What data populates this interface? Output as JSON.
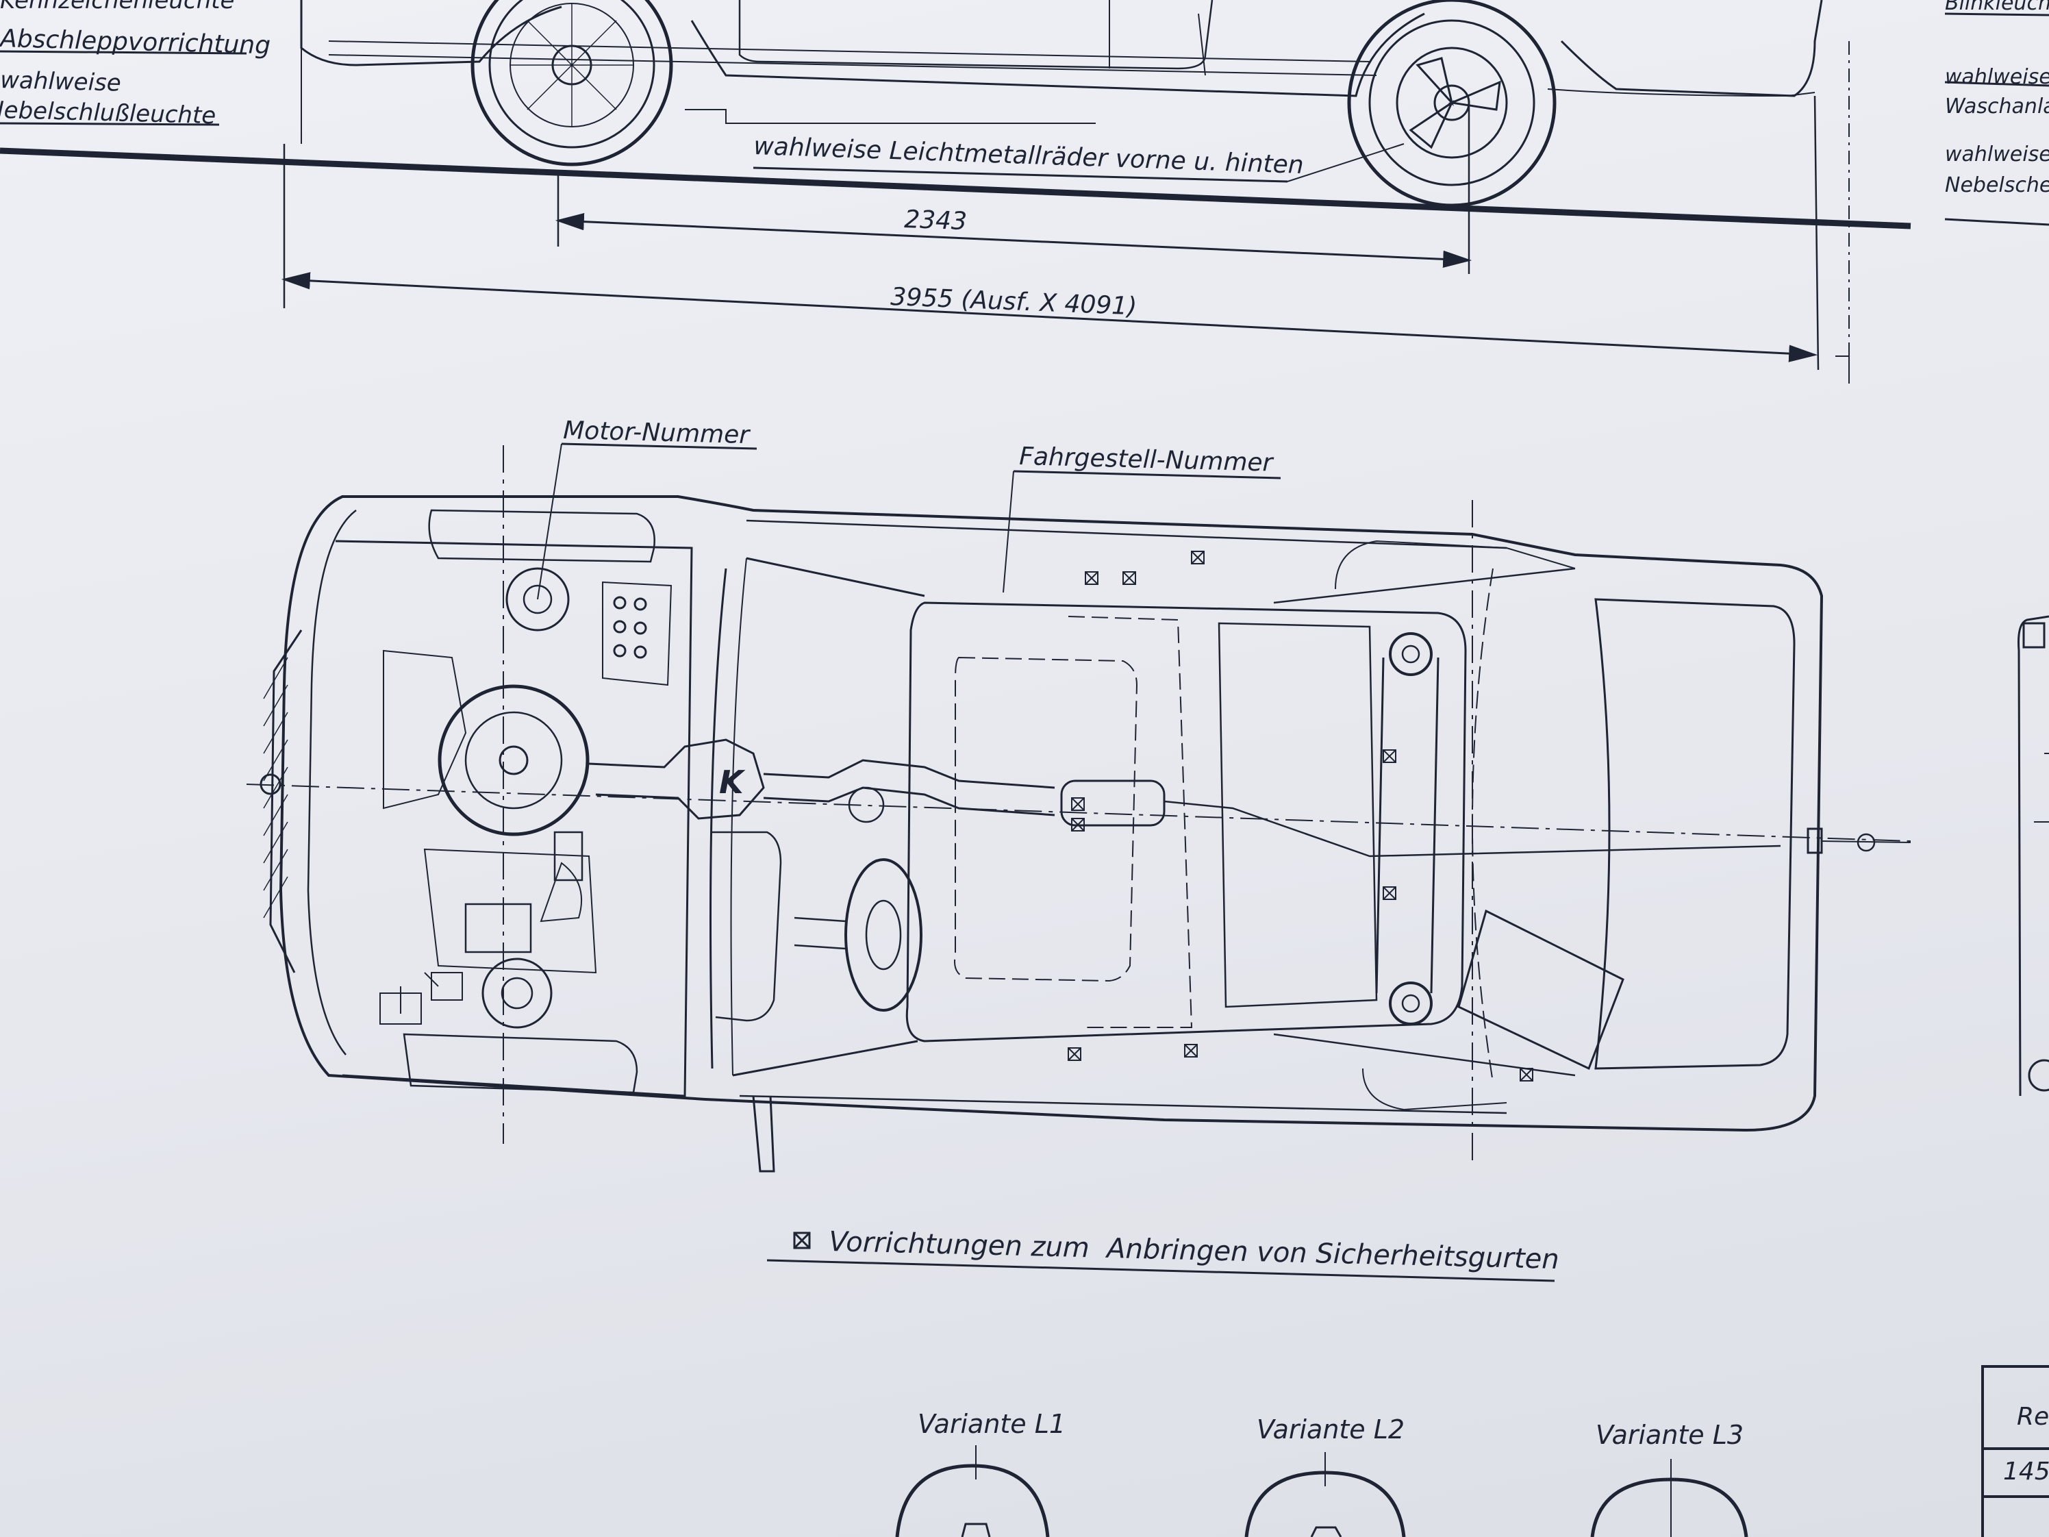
{
  "labels": {
    "left_top_partial": "Kennzeichenleuchte",
    "left_towing": "Abschleppvorrichtung",
    "left_optional": "wahlweise",
    "left_rear_fog": "Nebelschlußleuchte",
    "alloy_wheels": "wahlweise Leichtmetallräder vorne u. hinten",
    "right_top_partial": "Blinkleuchte",
    "right_optional_1": "wahlweise",
    "right_washer_partial": "Waschanlage",
    "right_optional_2": "wahlweise",
    "right_fog_partial": "Nebelscheinwerfer",
    "motor_number": "Motor-Nummer",
    "chassis_number": "Fahrgestell-Nummer",
    "k_marker": "K",
    "seatbelt_legend": "Vorrichtungen zum  Anbringen von Sicherheitsgurten",
    "table_header_partial": "Re",
    "table_value_partial": "145"
  },
  "dimensions": {
    "wheelbase": "2343",
    "overall_length": "3955 (Ausf. X 4091)"
  },
  "variants": [
    "Variante L1",
    "Variante L2",
    "Variante L3"
  ],
  "colors": {
    "ink": "#1e2433",
    "paper": "#e9ebf0"
  }
}
